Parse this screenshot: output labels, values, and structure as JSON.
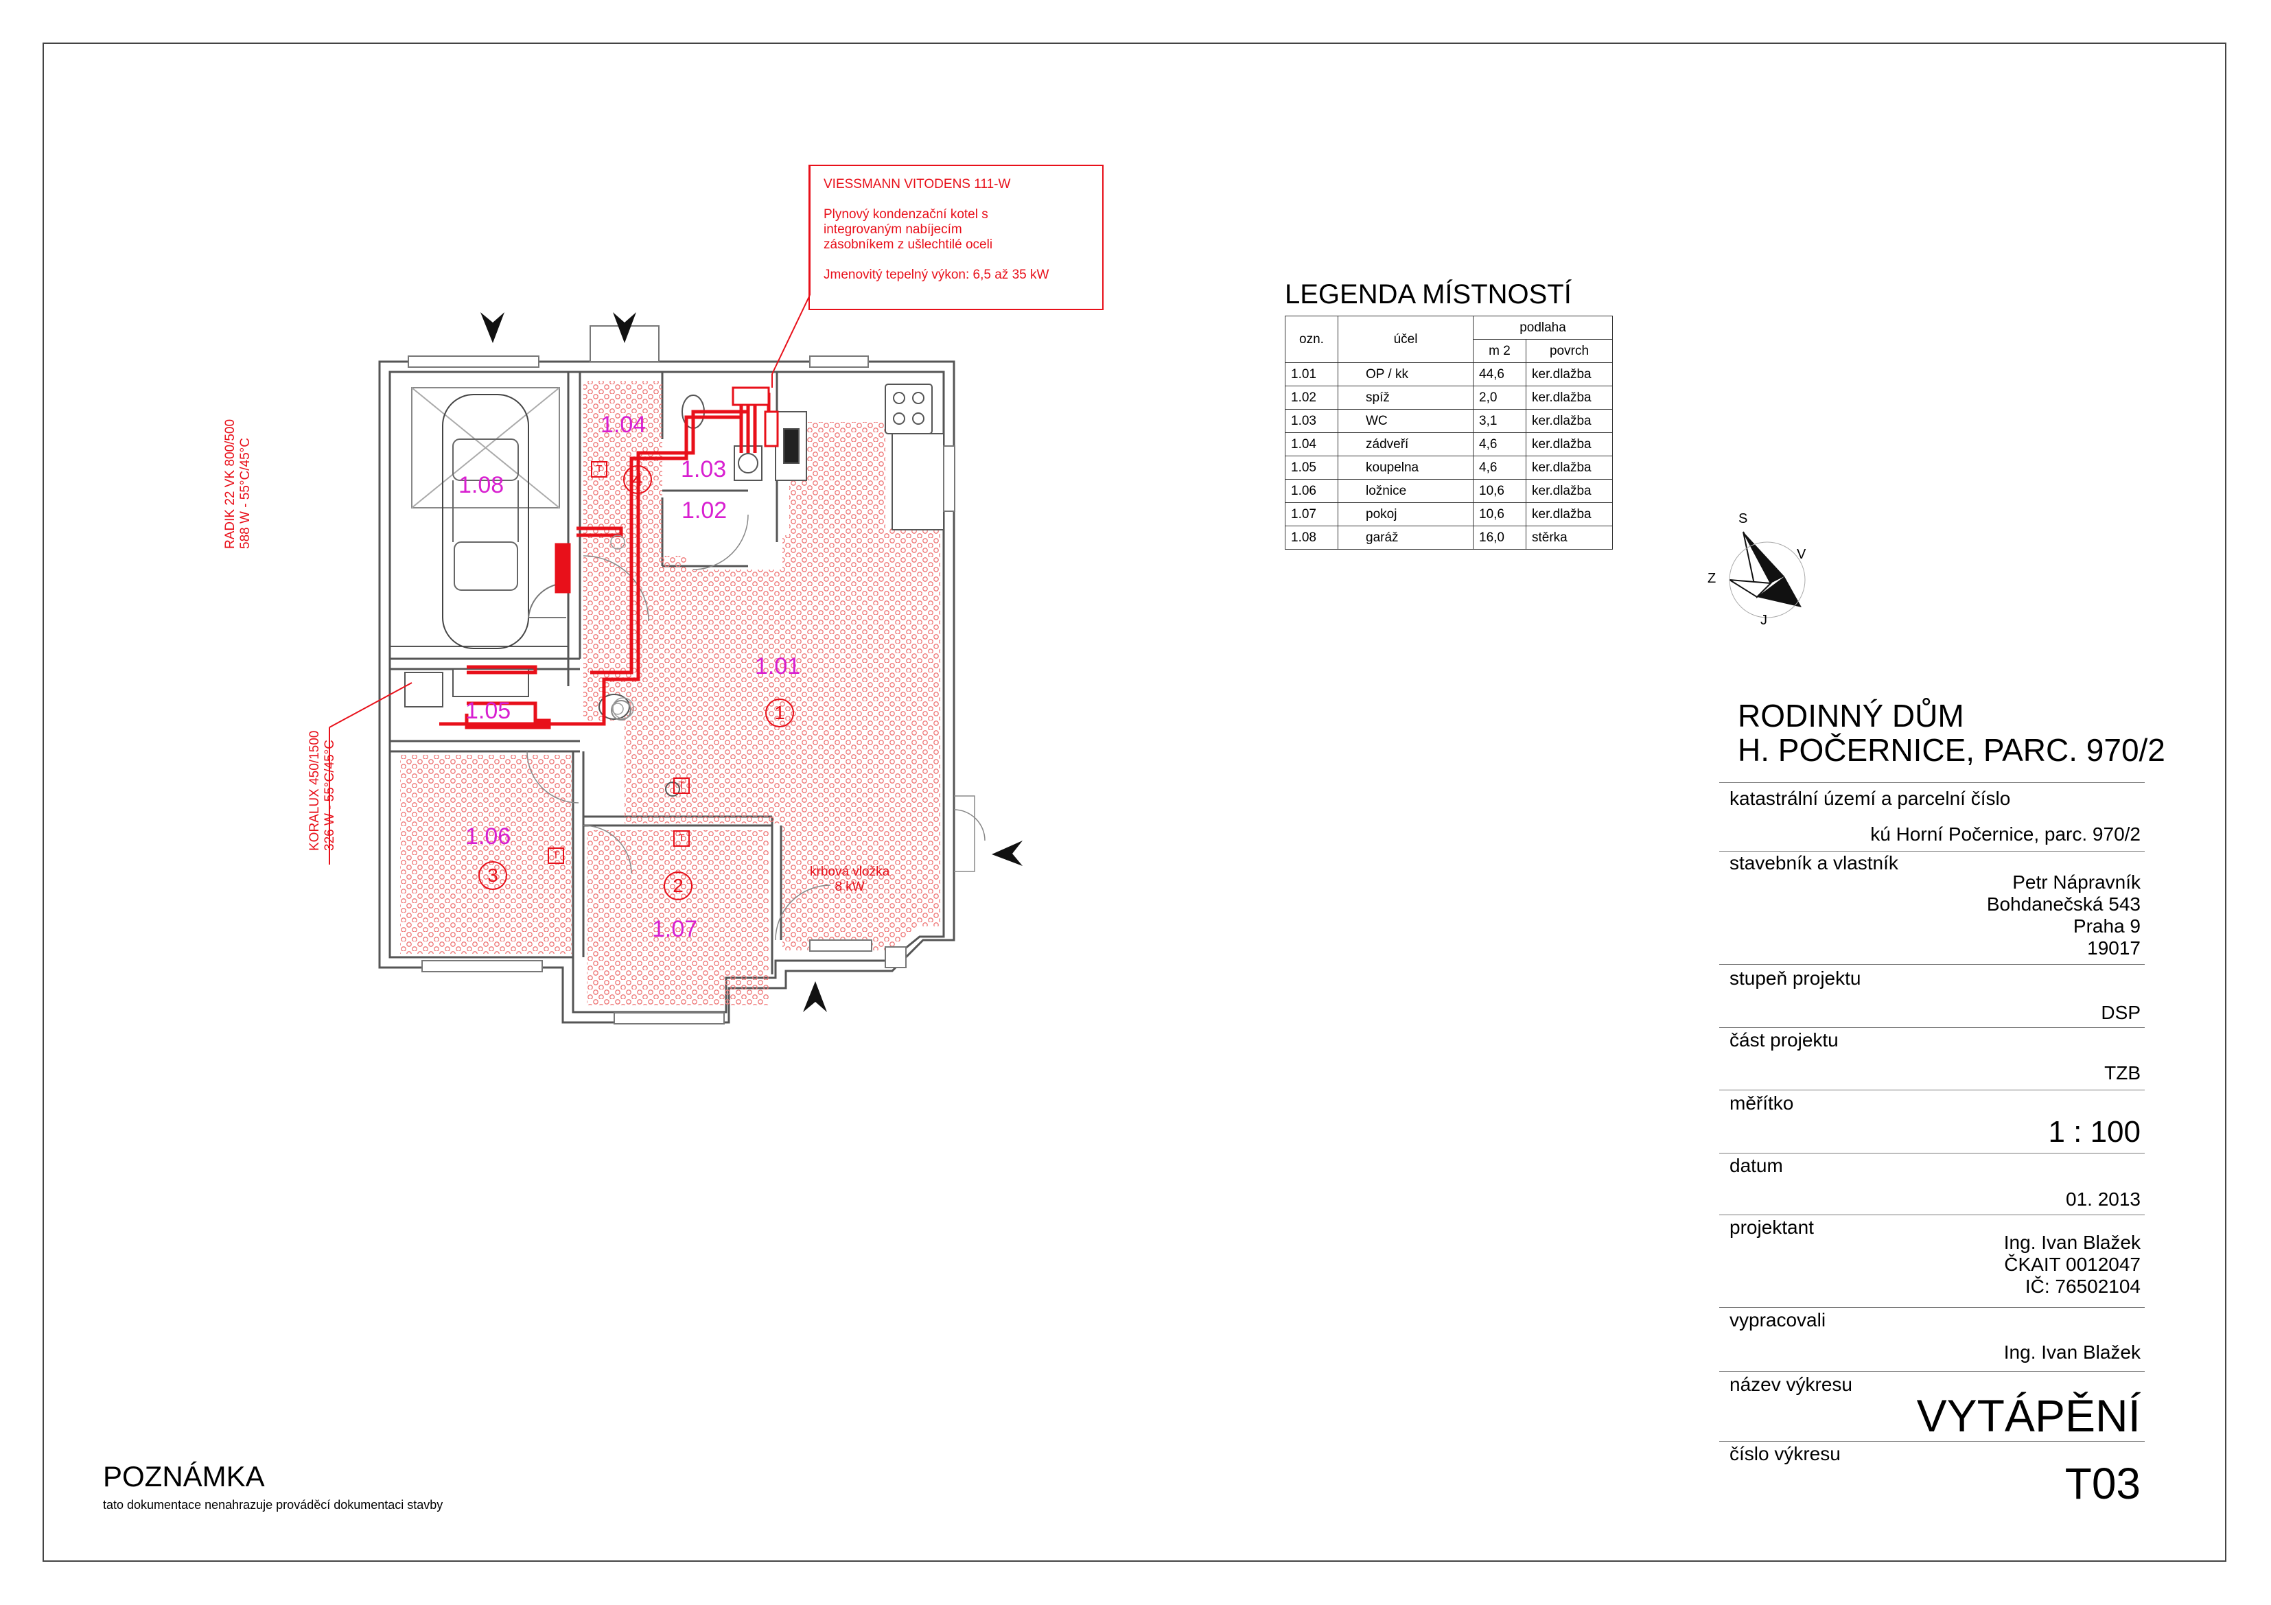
{
  "boiler_note": {
    "title": "VIESSMANN VITODENS 111-W",
    "desc_lines": [
      "Plynový kondenzační kotel s",
      "integrovaným nabíjecím",
      "zásobníkem z ušlechtilé oceli"
    ],
    "power": "Jmenovitý tepelný výkon: 6,5 až 35 kW"
  },
  "radiator_notes": {
    "radik_line1": "RADIK 22 VK 800/500",
    "radik_line2": "588 W - 55°C/45°C",
    "koralux_line1": "KORALUX 450/1500",
    "koralux_line2": "326 W - 55°C/45°C"
  },
  "fireplace_note": {
    "line1": "krbová vložka",
    "line2": "8 kW"
  },
  "rooms": [
    {
      "code": "1.01",
      "num": "1"
    },
    {
      "code": "1.02",
      "num": ""
    },
    {
      "code": "1.03",
      "num": ""
    },
    {
      "code": "1.04",
      "num": "4"
    },
    {
      "code": "1.05",
      "num": ""
    },
    {
      "code": "1.06",
      "num": "3"
    },
    {
      "code": "1.07",
      "num": "2"
    },
    {
      "code": "1.08",
      "num": ""
    }
  ],
  "thermostat_symbol": "T",
  "compass": {
    "s": "S",
    "v": "V",
    "j": "J",
    "z": "Z"
  },
  "legend": {
    "title": "LEGENDA MÍSTNOSTÍ",
    "headers": {
      "ozn": "ozn.",
      "ucel": "účel",
      "podlaha": "podlaha",
      "m2": "m 2",
      "povrch": "povrch"
    },
    "rows": [
      {
        "ozn": "1.01",
        "ucel": "OP / kk",
        "m2": "44,6",
        "povrch": "ker.dlažba"
      },
      {
        "ozn": "1.02",
        "ucel": "spíž",
        "m2": "2,0",
        "povrch": "ker.dlažba"
      },
      {
        "ozn": "1.03",
        "ucel": "WC",
        "m2": "3,1",
        "povrch": "ker.dlažba"
      },
      {
        "ozn": "1.04",
        "ucel": "zádveří",
        "m2": "4,6",
        "povrch": "ker.dlažba"
      },
      {
        "ozn": "1.05",
        "ucel": "koupelna",
        "m2": "4,6",
        "povrch": "ker.dlažba"
      },
      {
        "ozn": "1.06",
        "ucel": "ložnice",
        "m2": "10,6",
        "povrch": "ker.dlažba"
      },
      {
        "ozn": "1.07",
        "ucel": "pokoj",
        "m2": "10,6",
        "povrch": "ker.dlažba"
      },
      {
        "ozn": "1.08",
        "ucel": "garáž",
        "m2": "16,0",
        "povrch": "stěrka"
      }
    ]
  },
  "title_block": {
    "title_line1": "RODINNÝ DŮM",
    "title_line2": "H. POČERNICE, PARC. 970/2",
    "cadastre_label": "katastrální území a parcelní číslo",
    "cadastre_value": "kú Horní Počernice, parc. 970/2",
    "owner_label": "stavebník a vlastník",
    "owner_lines": [
      "Petr Nápravník",
      "Bohdanečská 543",
      "Praha 9",
      "19017"
    ],
    "stage_label": "stupeň projektu",
    "stage_value": "DSP",
    "part_label": "část projektu",
    "part_value": "TZB",
    "scale_label": "měřítko",
    "scale_value": "1 : 100",
    "date_label": "datum",
    "date_value": "01. 2013",
    "designer_label": "projektant",
    "designer_lines": [
      "Ing. Ivan Blažek",
      "ČKAIT 0012047",
      "IČ: 76502104"
    ],
    "prepared_label": "vypracovali",
    "prepared_value": "Ing. Ivan Blažek",
    "drawing_name_label": "název výkresu",
    "drawing_name_value": "VYTÁPĚNÍ",
    "drawing_no_label": "číslo výkresu",
    "drawing_no_value": "T03"
  },
  "note": {
    "title": "POZNÁMKA",
    "text": "tato dokumentace nenahrazuje prováděcí dokumentaci stavby"
  },
  "colors": {
    "heating": "#e8101a",
    "room_label": "#d81fd0",
    "hatch": "#f2a6a8",
    "wall": "#555555"
  }
}
